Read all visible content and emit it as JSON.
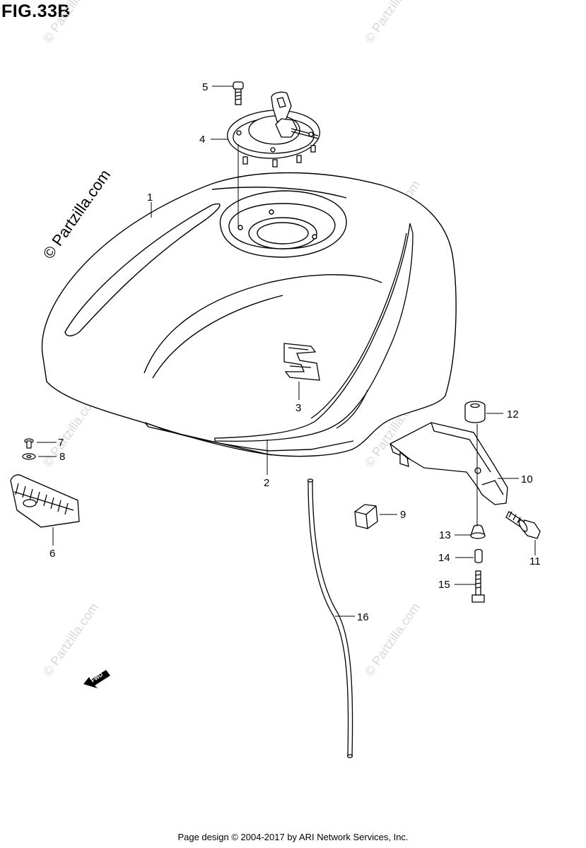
{
  "figure": {
    "title": "FIG.33B"
  },
  "watermark": {
    "text": "© Partzilla.com"
  },
  "fwd_marker": {
    "text": "FWD"
  },
  "callouts": [
    {
      "id": "1",
      "label": "1"
    },
    {
      "id": "2",
      "label": "2"
    },
    {
      "id": "3",
      "label": "3"
    },
    {
      "id": "4",
      "label": "4"
    },
    {
      "id": "5",
      "label": "5"
    },
    {
      "id": "6",
      "label": "6"
    },
    {
      "id": "7",
      "label": "7"
    },
    {
      "id": "8",
      "label": "8"
    },
    {
      "id": "9",
      "label": "9"
    },
    {
      "id": "10",
      "label": "10"
    },
    {
      "id": "11",
      "label": "11"
    },
    {
      "id": "12",
      "label": "12"
    },
    {
      "id": "13",
      "label": "13"
    },
    {
      "id": "14",
      "label": "14"
    },
    {
      "id": "15",
      "label": "15"
    },
    {
      "id": "16",
      "label": "16"
    }
  ],
  "footer": {
    "text": "Page design © 2004-2017 by ARI Network Services, Inc."
  }
}
